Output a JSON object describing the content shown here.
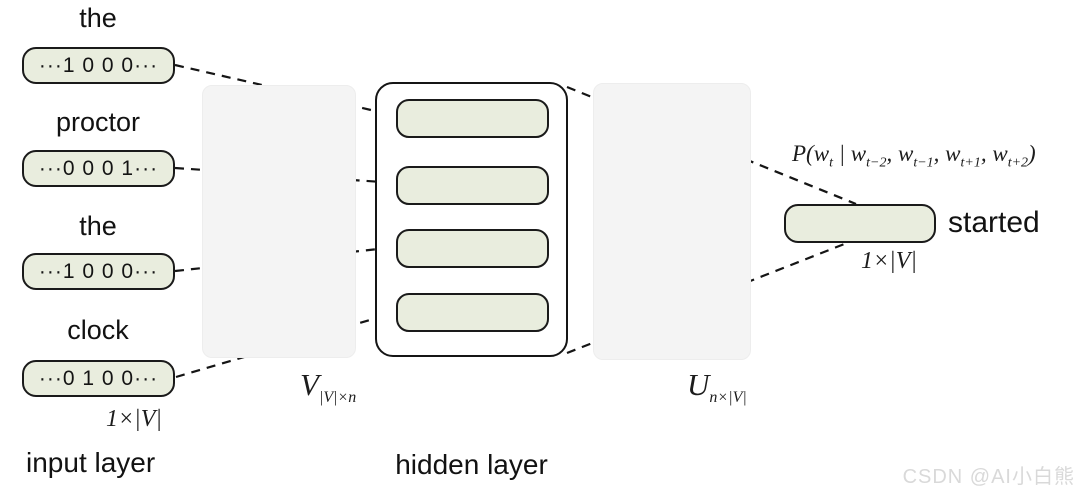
{
  "inputs": [
    {
      "word": "the",
      "vector": "···1 0 0 0···"
    },
    {
      "word": "proctor",
      "vector": "···0 0 0 1···"
    },
    {
      "word": "the",
      "vector": "···1 0 0 0···"
    },
    {
      "word": "clock",
      "vector": "···0 1 0 0···"
    }
  ],
  "labels": {
    "input_dim": "1×|V|",
    "input_layer": "input layer",
    "hidden_layer": "hidden layer",
    "output_dim": "1×|V|",
    "output_word": "started"
  },
  "matrices": {
    "v": {
      "base": "V",
      "sub": "|V|×n"
    },
    "u": {
      "base": "U",
      "sub": "n×|V|"
    }
  },
  "formula": {
    "p0": "P(w",
    "s0": "t",
    "p1": " | w",
    "s1": "t−2",
    "p2": ", w",
    "s2": "t−1",
    "p3": ", w",
    "s3": "t+1",
    "p4": ", w",
    "s4": "t+2",
    "p5": ")"
  },
  "watermark": "CSDN @AI小白熊",
  "colors": {
    "node_fill": "#e9edde",
    "node_border": "#1a1a1a",
    "panel_fill": "#f4f4f4",
    "watermark": "#d9d9d9"
  }
}
